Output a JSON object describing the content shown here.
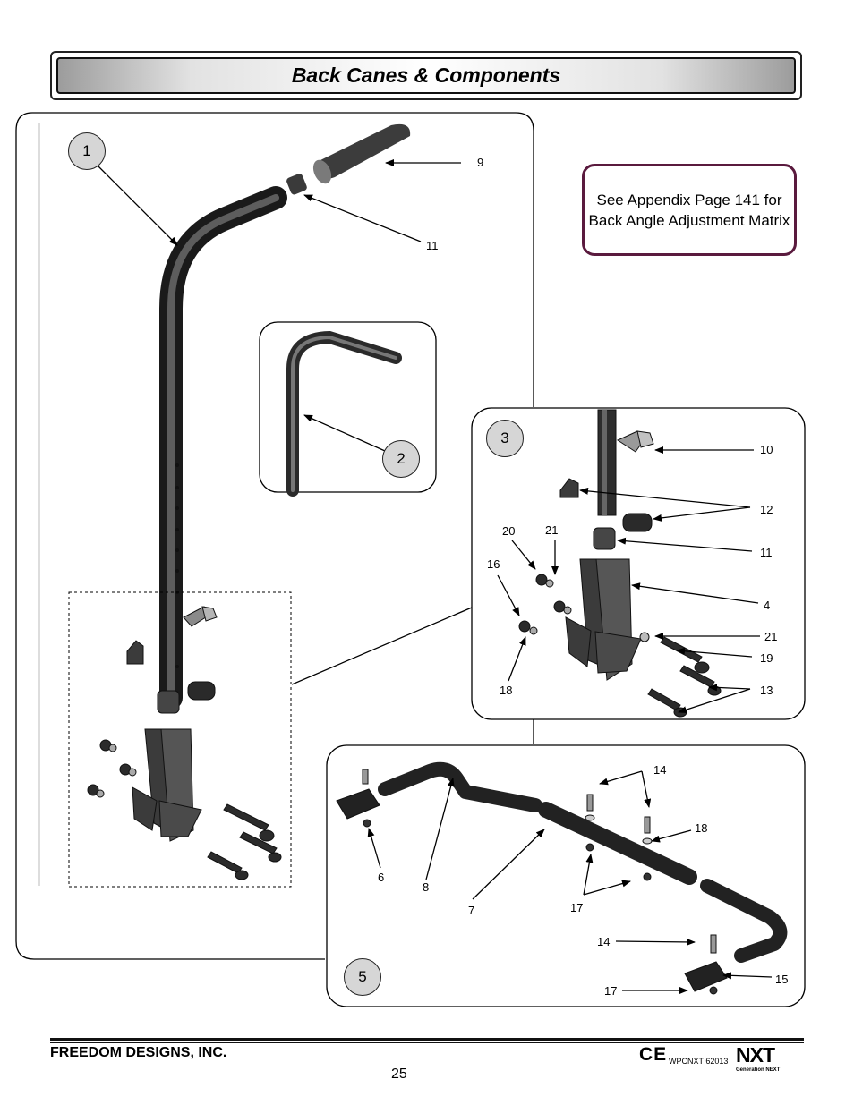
{
  "header": {
    "title": "Back Canes & Components"
  },
  "note": {
    "text": "See Appendix Page 141 for Back Angle Adjustment Matrix"
  },
  "bubbles": [
    "1",
    "2",
    "3",
    "5"
  ],
  "callouts": {
    "c9": "9",
    "c11a": "11",
    "c10": "10",
    "c12": "12",
    "c11b": "11",
    "c20": "20",
    "c21a": "21",
    "c16": "16",
    "c4": "4",
    "c21b": "21",
    "c19": "19",
    "c18a": "18",
    "c13": "13",
    "c14a": "14",
    "c18b": "18",
    "c6": "6",
    "c8": "8",
    "c7": "7",
    "c17a": "17",
    "c14b": "14",
    "c15": "15",
    "c17b": "17"
  },
  "footer": {
    "company": "FREEDOM DESIGNS, INC.",
    "page": "25",
    "ce_mark": "CE",
    "doc_code": "WPCNXT 62013",
    "logo": "NXT",
    "logo_sub": "Generation NEXT"
  }
}
